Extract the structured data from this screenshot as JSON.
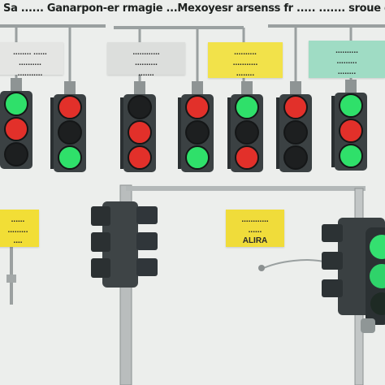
{
  "scene": {
    "banner_text": "Sa ...... Ganarpon-er rmagie ...Mexoyesr arsenss fr ..... ....... sroue dansnel Mamshaplorceoa",
    "signs": [
      {
        "id": "sign-1",
        "color": "#e4e5e3",
        "lines": [
          "........ ......",
          "..........",
          "..........."
        ]
      },
      {
        "id": "sign-2",
        "color": "#dcdedc",
        "lines": [
          "............",
          "..........",
          "......."
        ]
      },
      {
        "id": "sign-3",
        "color": "#f2e24a",
        "lines": [
          "..........",
          "...........",
          "........"
        ]
      },
      {
        "id": "sign-4",
        "color": "#9fdcc4",
        "lines": [
          "..........",
          ".........",
          "........"
        ]
      },
      {
        "id": "sign-5",
        "color": "#f2de36",
        "lines": [
          "......",
          ".........",
          "...."
        ]
      },
      {
        "id": "sign-6",
        "color": "#f0dc3a",
        "lines": [
          "............",
          "......",
          "ALIRA"
        ]
      }
    ],
    "lamp_colors": {
      "red": "#e2302a",
      "green": "#2fe06a",
      "off": "#1d1f20"
    },
    "lights": [
      {
        "id": "light-1",
        "lamps": [
          "green",
          "red",
          "off"
        ]
      },
      {
        "id": "light-2",
        "lamps": [
          "red",
          "off",
          "green"
        ]
      },
      {
        "id": "light-3",
        "lamps": [
          "off",
          "red",
          "red"
        ]
      },
      {
        "id": "light-4",
        "lamps": [
          "red",
          "off",
          "green"
        ]
      },
      {
        "id": "light-5",
        "lamps": [
          "green",
          "off",
          "red"
        ]
      },
      {
        "id": "light-6",
        "lamps": [
          "red",
          "off",
          "off"
        ]
      },
      {
        "id": "light-7",
        "lamps": [
          "green",
          "red",
          "green"
        ]
      }
    ]
  }
}
